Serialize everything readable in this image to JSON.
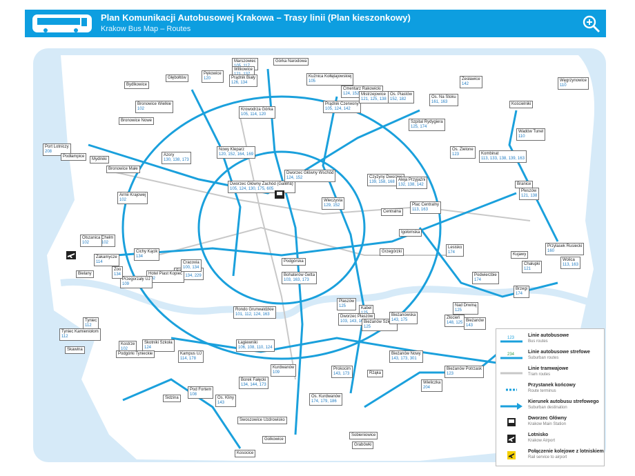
{
  "header": {
    "title": "Plan Komunikacji Autobusowej Krakowa – Trasy linii (Plan kieszonkowy)",
    "subtitle": "Krakow Bus Map – Routes"
  },
  "icons": {
    "bus": "bus-icon",
    "zoom": "zoom-in-icon",
    "train": "train-icon",
    "plane": "airplane-icon",
    "rail_airport": "rail-airport-icon"
  },
  "colors": {
    "header": "#0d9ee0",
    "route": "#1aa0dc",
    "water": "#d6eaf8",
    "tram": "#c8c8c8",
    "suburban": "#2e9a45"
  },
  "legend": [
    {
      "sample": "123",
      "title": "Linie autobusowe",
      "subtitle": "Bus routes"
    },
    {
      "sample": "234",
      "title": "Linie autobusowe strefowe",
      "subtitle": "Suburban routes"
    },
    {
      "sample": "",
      "title": "Linie tramwajowe",
      "subtitle": "Tram routes"
    },
    {
      "sample": "",
      "title": "Przystanek końcowy",
      "subtitle": "Route terminus"
    },
    {
      "sample": "",
      "title": "Kierunek autobusu strefowego",
      "subtitle": "Suburban destination"
    },
    {
      "sample": "",
      "title": "Dworzec Główny",
      "subtitle": "Krakow Main Station"
    },
    {
      "sample": "",
      "title": "Lotnisko",
      "subtitle": "Krakow Airport"
    },
    {
      "sample": "",
      "title": "Połączenie kolejowe z lotniskiem",
      "subtitle": "Rail service to airport"
    }
  ],
  "stops": [
    {
      "name": "Marszowiec",
      "routes": "105, 117"
    },
    {
      "name": "Górka Narodowa",
      "routes": ""
    },
    {
      "name": "Witkowice",
      "routes": "121, 137"
    },
    {
      "name": "Kuźnica Kołłątajowskiej",
      "routes": "105"
    },
    {
      "name": "Pękowice",
      "routes": "120"
    },
    {
      "name": "Prądnik Biały",
      "routes": "126, 134"
    },
    {
      "name": "Głębołtów",
      "routes": ""
    },
    {
      "name": "Bydlkowice",
      "routes": ""
    },
    {
      "name": "Bronowice Wielkie",
      "routes": "102"
    },
    {
      "name": "Bronowice Nowe",
      "routes": ""
    },
    {
      "name": "Port Lotniczy",
      "routes": "208"
    },
    {
      "name": "Podłampice",
      "routes": ""
    },
    {
      "name": "Mydlniki",
      "routes": ""
    },
    {
      "name": "Bronowice Małe",
      "routes": ""
    },
    {
      "name": "Armii Krajowej",
      "routes": "102"
    },
    {
      "name": "Azory",
      "routes": "130, 138, 173"
    },
    {
      "name": "Nowy Kleparz",
      "routes": "120, 152, 164, 169"
    },
    {
      "name": "Krowodrza Górka",
      "routes": "105, 114, 120"
    },
    {
      "name": "Dworzec Główny Zachód (Galeria)",
      "routes": "105, 124, 130, 175, 605"
    },
    {
      "name": "Dworzec Główny Wschód",
      "routes": "124, 152"
    },
    {
      "name": "Prądnik Czerwony",
      "routes": "105, 124, 142"
    },
    {
      "name": "Cmentarz Rakowicki",
      "routes": "124, 152"
    },
    {
      "name": "Mistrzejowice",
      "routes": "121, 125, 138"
    },
    {
      "name": "Os. Piastów",
      "routes": "152, 182"
    },
    {
      "name": "Os. Na Stoku",
      "routes": "161, 163"
    },
    {
      "name": "Zesławice",
      "routes": "142"
    },
    {
      "name": "Węgrzynowice",
      "routes": "110"
    },
    {
      "name": "Kościelniki",
      "routes": ""
    },
    {
      "name": "Wadów Tunel",
      "routes": "110"
    },
    {
      "name": "Os. Zielone",
      "routes": "123"
    },
    {
      "name": "Szpital Rydygiera",
      "routes": "125, 174"
    },
    {
      "name": "Kombinat",
      "routes": "113, 133, 138, 139, 163"
    },
    {
      "name": "Czyżyny Dworzec",
      "routes": "139, 158, 168"
    },
    {
      "name": "Aleja Przyjaźni",
      "routes": "132, 138, 142"
    },
    {
      "name": "Plac Centralny",
      "routes": "113, 163"
    },
    {
      "name": "Wieczysta",
      "routes": "129, 152"
    },
    {
      "name": "Centralna",
      "routes": ""
    },
    {
      "name": "Igołomska",
      "routes": ""
    },
    {
      "name": "Pleszów",
      "routes": "121, 138"
    },
    {
      "name": "Branice",
      "routes": ""
    },
    {
      "name": "Przylasek Rusiecki",
      "routes": "160"
    },
    {
      "name": "Wolica",
      "routes": "113, 163"
    },
    {
      "name": "Kujawy",
      "routes": ""
    },
    {
      "name": "Chałupki",
      "routes": "121"
    },
    {
      "name": "Lesisko",
      "routes": "174"
    },
    {
      "name": "Grzegórzki",
      "routes": ""
    },
    {
      "name": "Brzegi",
      "routes": "174"
    },
    {
      "name": "Podwierzbie",
      "routes": "174"
    },
    {
      "name": "Nad Drwiną",
      "routes": "125"
    },
    {
      "name": "Złocień",
      "routes": "148, 125"
    },
    {
      "name": "Bieżanów",
      "routes": "143"
    },
    {
      "name": "Kabel",
      "routes": "125"
    },
    {
      "name": "Bieżanów Nowy",
      "routes": "143, 173, 301"
    },
    {
      "name": "Bieżanów Potrzask",
      "routes": "123"
    },
    {
      "name": "Wieliczka",
      "routes": "204"
    },
    {
      "name": "Prokocim",
      "routes": "143, 173"
    },
    {
      "name": "Rżąka",
      "routes": ""
    },
    {
      "name": "Os. Kurdwanów",
      "routes": "174, 179, 186"
    },
    {
      "name": "Sobieniowice",
      "routes": ""
    },
    {
      "name": "Grabówki",
      "routes": ""
    },
    {
      "name": "Kosocice",
      "routes": ""
    },
    {
      "name": "Golkowice",
      "routes": ""
    },
    {
      "name": "Swoszowice Uzdrowisko",
      "routes": ""
    },
    {
      "name": "Kurdwanów",
      "routes": "109"
    },
    {
      "name": "Borek Fałęcki",
      "routes": "134, 144, 173"
    },
    {
      "name": "Łagiewniki",
      "routes": "106, 108, 110, 124"
    },
    {
      "name": "Rondo Grunwaldzkie",
      "routes": "101, 112, 124, 163"
    },
    {
      "name": "Os. Kliny",
      "routes": "143"
    },
    {
      "name": "Pod Fortem",
      "routes": "108"
    },
    {
      "name": "Kampus UJ",
      "routes": "114, 178"
    },
    {
      "name": "Skotniki Szkoła",
      "routes": "124"
    },
    {
      "name": "Kostrze",
      "routes": "102"
    },
    {
      "name": "Podgórki Tynieckie",
      "routes": ""
    },
    {
      "name": "Tyniec",
      "routes": "112"
    },
    {
      "name": "Tyniec Kamieniołom",
      "routes": "112"
    },
    {
      "name": "Skawina",
      "routes": ""
    },
    {
      "name": "Sidzina",
      "routes": ""
    },
    {
      "name": "Salwator",
      "routes": "109, 134, 229"
    },
    {
      "name": "Hotel Piast Kopiec",
      "routes": "102"
    },
    {
      "name": "Przegorzały UJ",
      "routes": "109"
    },
    {
      "name": "Zoo",
      "routes": "134"
    },
    {
      "name": "Zakamycze",
      "routes": "114"
    },
    {
      "name": "Chełm",
      "routes": "102"
    },
    {
      "name": "Olszanica",
      "routes": "102"
    },
    {
      "name": "Cichy Kącik",
      "routes": "134"
    },
    {
      "name": "Cracovia",
      "routes": "100, 134"
    },
    {
      "name": "Bielany",
      "routes": ""
    },
    {
      "name": "Podgórska",
      "routes": ""
    },
    {
      "name": "Plaszów",
      "routes": "125"
    },
    {
      "name": "Dworzec Płaszów",
      "routes": "103, 143, 163"
    },
    {
      "name": "Bohaterów Getta",
      "routes": "103, 163, 173"
    },
    {
      "name": "Bieżanów Szkoła",
      "routes": "125"
    },
    {
      "name": "Bieżanowska",
      "routes": "143, 175"
    }
  ]
}
